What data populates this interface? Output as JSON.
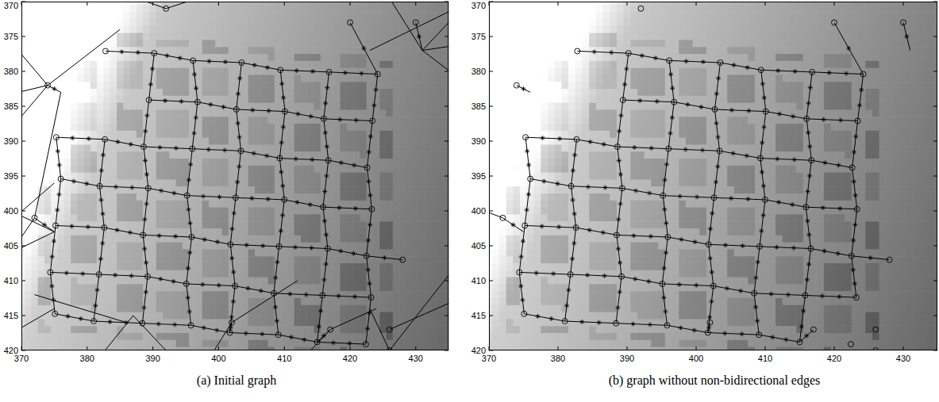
{
  "diagram": {
    "labels": [
      "370",
      "375",
      "380",
      "385",
      "390",
      "395",
      "400",
      "405",
      "410",
      "415",
      "420",
      "370",
      "380",
      "390",
      "400",
      "410",
      "420",
      "430",
      "370",
      "375",
      "380",
      "385",
      "390",
      "395",
      "400",
      "405",
      "410",
      "415",
      "420",
      "370",
      "380",
      "390",
      "400",
      "410",
      "420",
      "430",
      "(a) Initial graph",
      "(b) graph without non-bidirectional edges"
    ]
  }
}
